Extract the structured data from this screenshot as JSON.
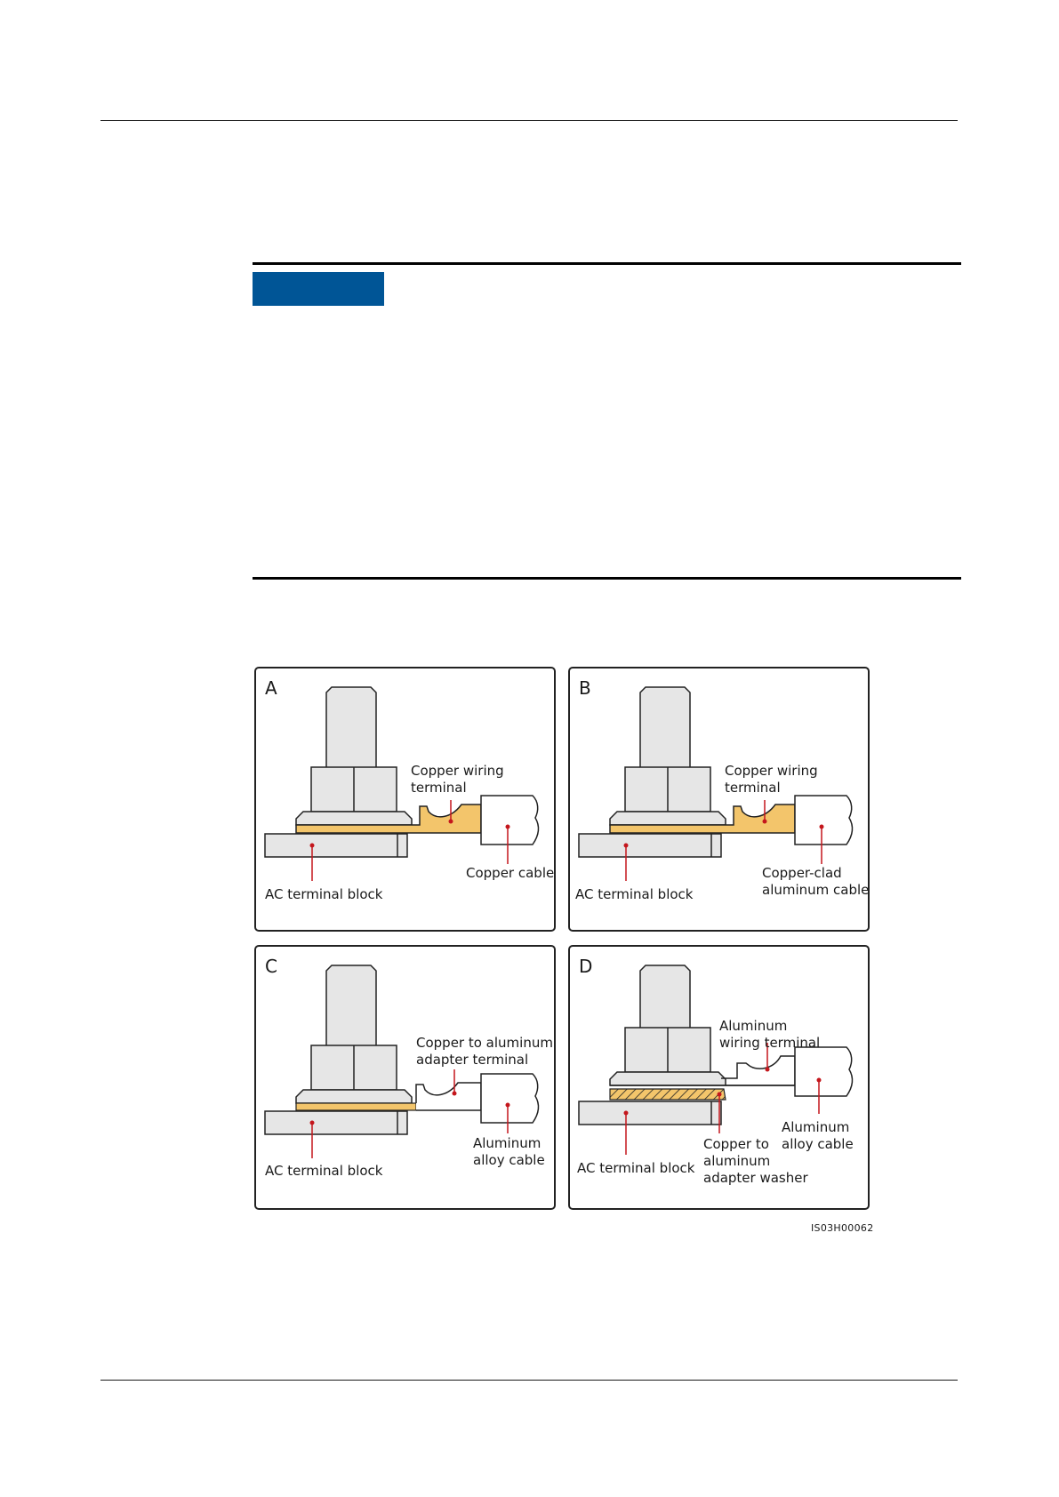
{
  "figure": {
    "code": "IS03H00062",
    "panels": [
      {
        "letter": "A",
        "terminal_label": [
          "Copper wiring",
          "terminal"
        ],
        "cable_label": [
          "Copper cable"
        ],
        "block_label": "AC terminal block"
      },
      {
        "letter": "B",
        "terminal_label": [
          "Copper wiring",
          "terminal"
        ],
        "cable_label": [
          "Copper-clad",
          "aluminum cable"
        ],
        "block_label": "AC terminal block"
      },
      {
        "letter": "C",
        "terminal_label": [
          "Copper to aluminum",
          "adapter terminal"
        ],
        "cable_label": [
          "Aluminum",
          "alloy cable"
        ],
        "block_label": "AC terminal block"
      },
      {
        "letter": "D",
        "terminal_label": [
          "Aluminum",
          "wiring terminal"
        ],
        "cable_label": [
          "Aluminum",
          "alloy cable"
        ],
        "block_label": "AC terminal block",
        "washer_label": [
          "Copper to",
          "aluminum",
          "adapter washer"
        ]
      }
    ]
  },
  "colors": {
    "copper": "#f3c56b",
    "notice_badge": "#005596",
    "leader": "#c4161c",
    "metal": "#e6e6e6"
  }
}
